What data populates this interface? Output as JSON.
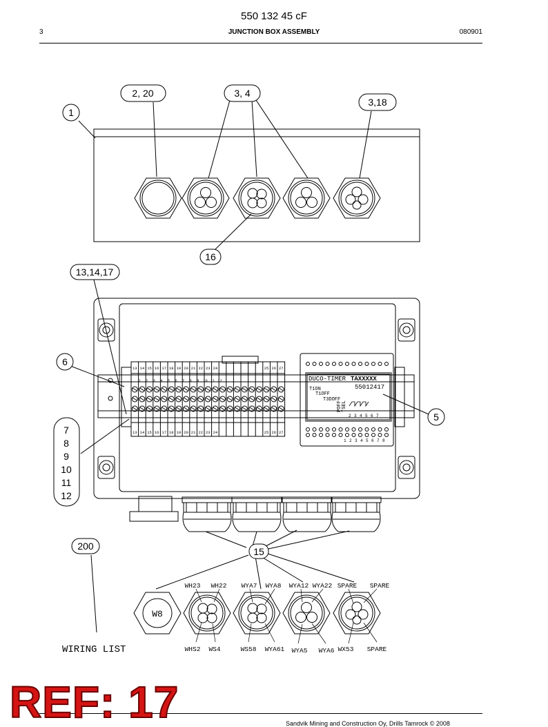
{
  "header": {
    "doc_number": "550 132 45 cF",
    "page": "3",
    "title": "JUNCTION BOX ASSEMBLY",
    "date_code": "080901"
  },
  "callouts": {
    "c1": "1",
    "c2_20": "2, 20",
    "c3_4": "3, 4",
    "c3_18": "3,18",
    "c16": "16",
    "c13_14_17": "13,14,17",
    "c6": "6",
    "c5": "5",
    "c7_12": [
      "7",
      "8",
      "9",
      "10",
      "11",
      "12"
    ],
    "c15": "15",
    "c200": "200"
  },
  "terminal_block": {
    "top_numbers": [
      "13",
      "14",
      "15",
      "16",
      "17",
      "18",
      "19",
      "20",
      "21",
      "22",
      "23",
      "24",
      "",
      "",
      "",
      "",
      "",
      "",
      "25",
      "26",
      "27"
    ],
    "mid_numbers": [
      "1",
      "2",
      "3",
      "4",
      "5",
      "6",
      "7",
      "8",
      "9",
      "10",
      "11",
      "12"
    ],
    "bottom_numbers": [
      "13",
      "14",
      "15",
      "16",
      "17",
      "18",
      "19",
      "20",
      "21",
      "22",
      "23",
      "24",
      "",
      "",
      "",
      "",
      "",
      "",
      "25",
      "26",
      "27"
    ]
  },
  "timer": {
    "brand": "DUCO-TIMER",
    "model": "TAXXXXX",
    "part": "55012417",
    "lines": [
      "T1ON",
      "T1OFF",
      "T3DOFF"
    ],
    "vertical": [
      "POFF",
      "TSEL"
    ],
    "pins": [
      "1",
      "2",
      "3",
      "4",
      "5",
      "6",
      "7",
      "8"
    ]
  },
  "wiring_list": {
    "label": "WIRING LIST",
    "plug": "W8",
    "top_labels": [
      "WH23",
      "WH22",
      "WYA7",
      "WYA8",
      "WYA12",
      "WYA22",
      "SPARE",
      "SPARE"
    ],
    "bottom_labels": [
      "WHS2",
      "WS4",
      "WS58",
      "WYA61",
      "WYA5",
      "WYA6",
      "WX53",
      "SPARE"
    ]
  },
  "stamp": "REF: 17",
  "footer": "Sandvik Mining and Construction Oy, Drills Tamrock © 2008"
}
